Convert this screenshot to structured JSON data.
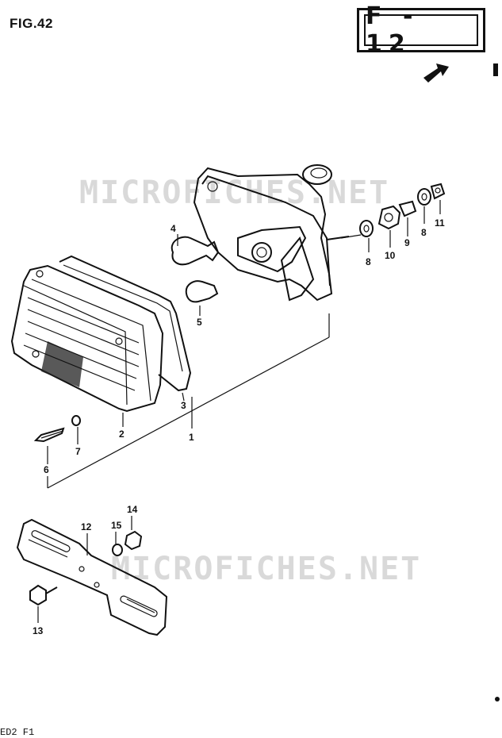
{
  "figure": {
    "title": "FIG.42"
  },
  "page_code": "F - 12",
  "watermark": "MICROFICHES.NET",
  "footer": "ED2 F1",
  "callouts": {
    "c1": "1",
    "c2": "2",
    "c3": "3",
    "c4": "4",
    "c5": "5",
    "c6": "6",
    "c7": "7",
    "c8a": "8",
    "c8b": "8",
    "c9": "9",
    "c10": "10",
    "c11": "11",
    "c12": "12",
    "c13": "13",
    "c14": "14",
    "c15": "15"
  }
}
